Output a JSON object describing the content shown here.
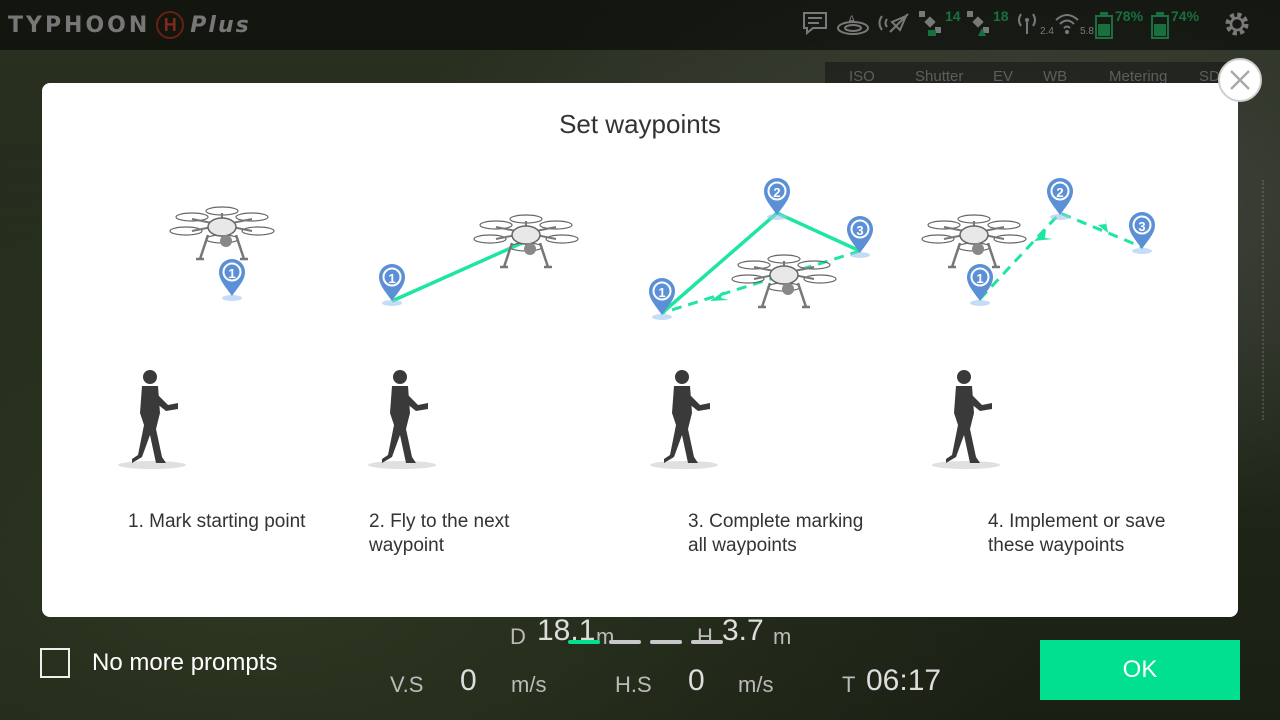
{
  "app": {
    "logo_text_left": "TYPHOON",
    "logo_badge": "H",
    "logo_text_right": "Plus"
  },
  "status": {
    "gps_satellites": "14",
    "glonass_satellites": "18",
    "signal_24": "2.4",
    "signal_58": "5.8",
    "drone_battery": "78%",
    "controller_battery": "74%"
  },
  "camera_tabs": [
    "ISO",
    "Shutter",
    "EV",
    "WB",
    "Metering",
    "SD"
  ],
  "telemetry": {
    "d_label": "D",
    "d_value": "18.1",
    "d_unit": "m",
    "h_label": "H",
    "h_value": "3.7",
    "h_unit": "m",
    "vs_label": "V.S",
    "vs_value": "0",
    "vs_unit": "m/s",
    "hs_label": "H.S",
    "hs_value": "0",
    "hs_unit": "m/s",
    "t_label": "T",
    "t_value": "06:17"
  },
  "dialog": {
    "title": "Set waypoints",
    "steps": [
      {
        "line1": "1. Mark starting point",
        "line2": ""
      },
      {
        "line1": "2. Fly to the next",
        "line2": "waypoint"
      },
      {
        "line1": "3. Complete marking",
        "line2": "all waypoints"
      },
      {
        "line1": "4. Implement or save",
        "line2": "these waypoints"
      }
    ],
    "pin_labels": [
      "1",
      "2",
      "3"
    ],
    "page_count": 4,
    "active_page": 1
  },
  "prompt": {
    "checkbox_label": "No more prompts",
    "checked": false
  },
  "ok_label": "OK",
  "colors": {
    "accent": "#00e08f",
    "pin": "#5b8fd6",
    "path": "#1ee6a0"
  }
}
